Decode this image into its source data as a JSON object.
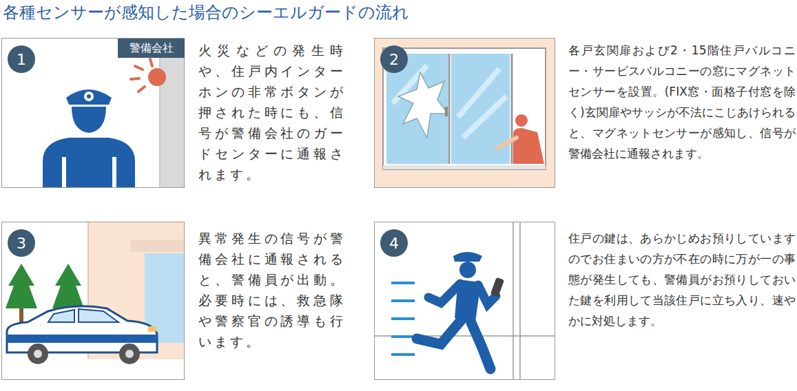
{
  "diagram": {
    "title": "各種センサーが感知した場合のシーエルガードの流れ",
    "nodes": [
      {
        "text": [
          "火災などの発生時や、住戸内インターホンの非常ボタンが押された時にも、信号が警備会社のガードセンターに通報されます。"
        ]
      },
      {
        "text": [
          "1"
        ],
        "in": 0
      },
      {
        "text": [
          "警備会社"
        ],
        "in": 0
      },
      {
        "text": [
          "各戸玄関扉および2・15階住戸バルコニー・サービスバルコニーの窓にマグネットセンサーを設置。(FIX窓・面格子付窓を除く)玄関扉やサッシが不法にこじあけられると、マグネットセンサーが感知し、信号が警備会社に通報されます。"
        ]
      },
      {
        "text": [
          "2"
        ],
        "in": 3
      },
      {
        "text": [
          "異常発生の信号が警備会社に通報されると、警備員が出動。必要時には、救急隊や警察官の誘導も行います。"
        ]
      },
      {
        "text": [
          "3"
        ],
        "in": 5
      },
      {
        "text": [
          "住戸の鍵は、あらかじめお預りしていますのでお住まいの方が不在の時に万が一の事態が発生しても、警備員がお預りしておいた鍵を利用して当該住戸に立ち入り、速やかに対処します。"
        ]
      },
      {
        "text": [
          "4"
        ],
        "in": 7
      }
    ]
  }
}
